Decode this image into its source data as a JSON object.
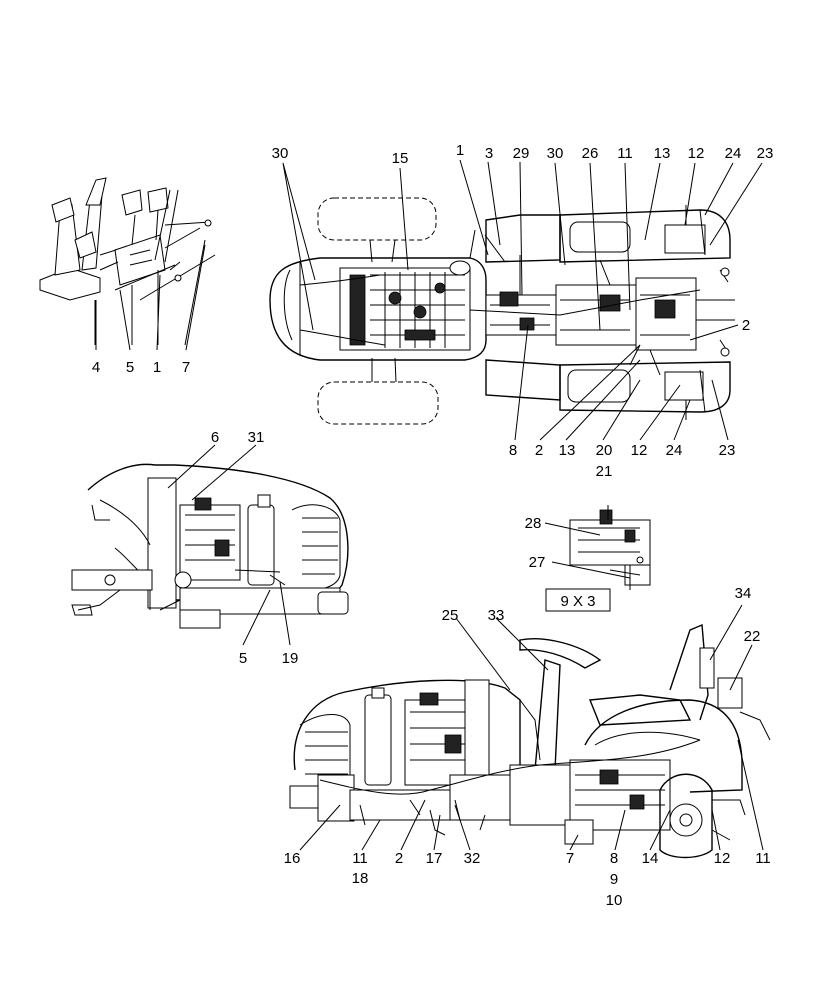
{
  "diagram": {
    "inset_box_label": "9 X 3",
    "callouts": {
      "pedal": [
        "4",
        "5",
        "1",
        "7"
      ],
      "top_view": [
        "30",
        "15",
        "1",
        "3",
        "29",
        "30",
        "26",
        "11",
        "13",
        "12",
        "24",
        "23",
        "2",
        "8",
        "2",
        "13",
        "20",
        "21",
        "12",
        "24",
        "23"
      ],
      "engine_view": [
        "6",
        "31",
        "5",
        "19"
      ],
      "inset_detail": [
        "28",
        "27"
      ],
      "side_view": [
        "25",
        "33",
        "34",
        "22",
        "16",
        "11",
        "18",
        "2",
        "17",
        "32",
        "7",
        "8",
        "9",
        "10",
        "14",
        "12",
        "11"
      ]
    }
  }
}
